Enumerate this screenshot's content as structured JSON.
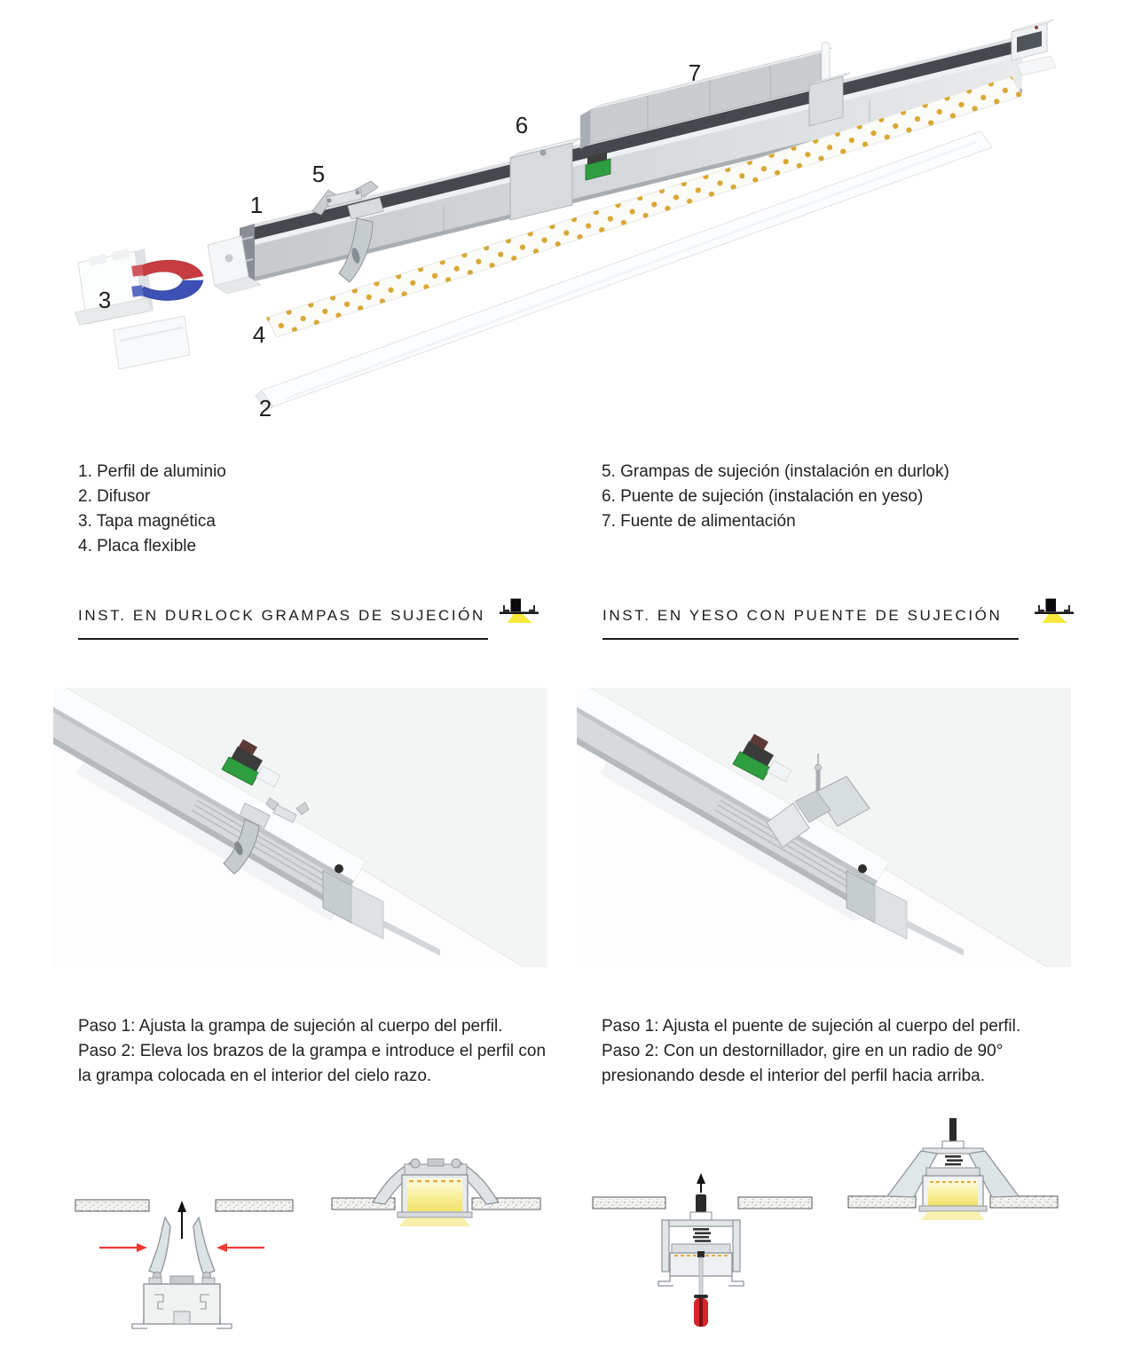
{
  "exploded": {
    "numbers": [
      "1",
      "2",
      "3",
      "4",
      "5",
      "6",
      "7"
    ]
  },
  "parts_list": {
    "left": [
      "1. Perfil de aluminio",
      "2. Difusor",
      "3. Tapa magnética",
      "4. Placa flexible"
    ],
    "right": [
      "5. Grampas de sujeción (instalación en durlok)",
      "6. Puente de sujeción (instalación en yeso)",
      "7. Fuente de alimentación"
    ]
  },
  "sections": {
    "durlock": {
      "title": "INST. EN DURLOCK GRAMPAS DE SUJECIÓN"
    },
    "yeso": {
      "title": "INST. EN YESO CON PUENTE DE SUJECIÓN"
    }
  },
  "steps": {
    "durlock": [
      "Paso 1: Ajusta la grampa de sujeción al cuerpo del perfil.",
      "Paso 2: Eleva los brazos de la grampa e introduce el perfil con la grampa colocada en el interior del cielo razo."
    ],
    "yeso": [
      "Paso 1: Ajusta el puente de sujeción al cuerpo del perfil.",
      "Paso 2: Con un destornillador, gire en un radio de 90° presionando desde el interior del perfil hacia arriba."
    ]
  },
  "colors": {
    "accent_yellow": "#f8e93c",
    "glow_yellow": "#f2e26a",
    "arrow_red": "#ee3a33",
    "magnet_red": "#c63c41",
    "magnet_blue": "#3c50b5",
    "led_dot": "#d9a733",
    "text": "#242220"
  }
}
